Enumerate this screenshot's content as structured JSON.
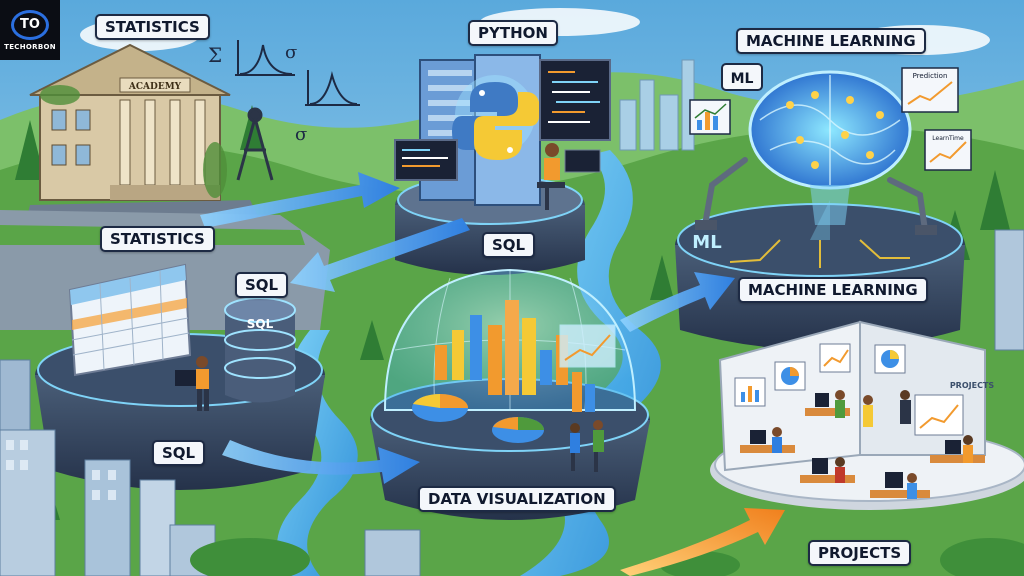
{
  "brand": {
    "logo_mark": "TO",
    "logo_text": "TECHORBON"
  },
  "labels": {
    "statistics_top": "STATISTICS",
    "statistics_mid": "STATISTICS",
    "python": "PYTHON",
    "sql_island": "SQL",
    "sql_bottom": "SQL",
    "sql_center": "SQL",
    "machine_learning_top": "MACHINE LEARNING",
    "machine_learning_mid": "MACHINE LEARNING",
    "data_visualization": "DATA VISUALIZATION",
    "projects": "PROJECTS"
  },
  "scene_text": {
    "academy_sign": "ACADEMY",
    "sigma_symbol": "Σ",
    "small_sigma_1": "σ",
    "small_sigma_2": "σ",
    "ml_badge": "ML",
    "ml_floor": "ML",
    "sql_cylinder": "SQL",
    "prediction_card": "Prediction",
    "learning_card": "LearnTime",
    "projects_board": "PROJECTS"
  },
  "colors": {
    "sky": "#6fb7e0",
    "grass": "#4f9a3c",
    "river": "#4fb4ea",
    "arrow_blue": "#3d8fe6",
    "arrow_orange": "#f29a2e",
    "platform": "#3b4f6b",
    "label_border": "#1d2a44"
  },
  "icons": [
    "python-logo-icon",
    "brain-icon",
    "database-icon",
    "bar-chart-icon",
    "pie-chart-icon",
    "line-chart-icon",
    "bell-curve-icon",
    "compass-icon",
    "robot-arm-icon"
  ]
}
